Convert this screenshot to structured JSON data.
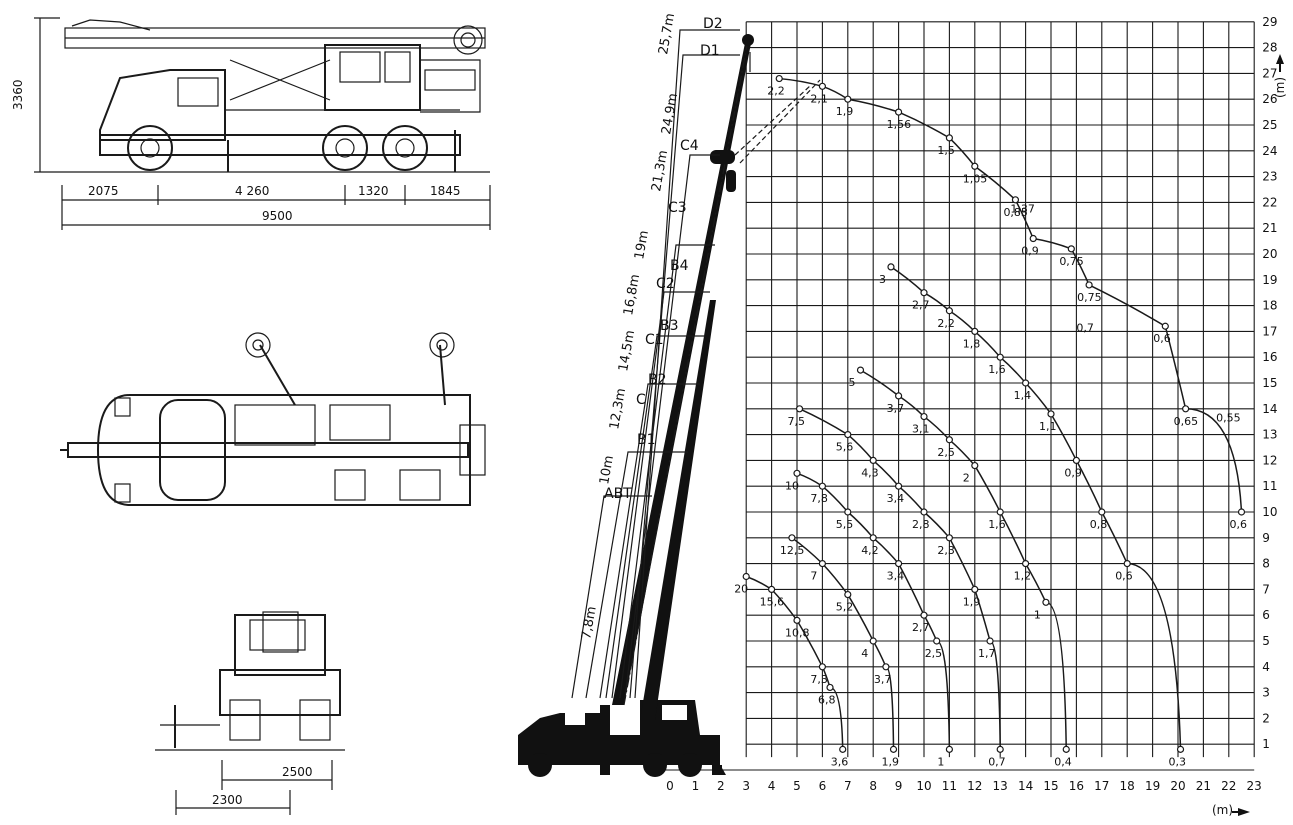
{
  "dimensions": {
    "height": "3360",
    "seg1": "2075",
    "seg2": "4 260",
    "seg3": "1320",
    "seg4": "1845",
    "total": "9500",
    "rear_width": "2500",
    "rear_outrigger": "2300"
  },
  "chart_data": {
    "type": "line",
    "xlabel": "(m)",
    "ylabel": "(m)",
    "x_ticks": [
      0,
      1,
      2,
      3,
      4,
      5,
      6,
      7,
      8,
      9,
      10,
      11,
      12,
      13,
      14,
      15,
      16,
      17,
      18,
      19,
      20,
      21,
      22,
      23
    ],
    "y_ticks": [
      1,
      2,
      3,
      4,
      5,
      6,
      7,
      8,
      9,
      10,
      11,
      12,
      13,
      14,
      15,
      16,
      17,
      18,
      19,
      20,
      21,
      22,
      23,
      24,
      25,
      26,
      27,
      28,
      29
    ],
    "xlim": [
      0,
      23
    ],
    "ylim": [
      0,
      29
    ],
    "boom_sections": [
      {
        "label": "ABT",
        "length": "7,8m"
      },
      {
        "label": "B1",
        "length": "10m"
      },
      {
        "label": "C",
        "length": "12,3m"
      },
      {
        "label": "B2",
        "length": ""
      },
      {
        "label": "C1",
        "length": "14,5m"
      },
      {
        "label": "B3",
        "length": ""
      },
      {
        "label": "C2",
        "length": "16,8m"
      },
      {
        "label": "B4",
        "length": ""
      },
      {
        "label": "C3",
        "length": "19m"
      },
      {
        "label": "C4",
        "length": "21,3m"
      },
      {
        "label": "D1",
        "length": "24,9m"
      },
      {
        "label": "D2",
        "length": "25,7m"
      }
    ],
    "series": [
      {
        "points": [
          [
            3,
            7.5
          ],
          [
            4,
            7
          ],
          [
            5,
            5.8
          ],
          [
            6,
            4
          ],
          [
            6.3,
            3.2
          ],
          [
            6.8,
            0.8
          ]
        ],
        "labels": [
          "20",
          "15,6",
          "10,8",
          "7,3",
          "6,8",
          "3,6"
        ]
      },
      {
        "points": [
          [
            4.8,
            9
          ],
          [
            6,
            8
          ],
          [
            7,
            6.8
          ],
          [
            8,
            5
          ],
          [
            8.5,
            4
          ],
          [
            8.8,
            0.8
          ]
        ],
        "labels": [
          "12,5",
          "7",
          "5,2",
          "4",
          "3,7",
          "1,9"
        ]
      },
      {
        "points": [
          [
            5,
            11.5
          ],
          [
            6,
            11
          ],
          [
            7,
            10
          ],
          [
            8,
            9
          ],
          [
            9,
            8
          ],
          [
            10,
            6
          ],
          [
            10.5,
            5
          ],
          [
            11,
            0.8
          ]
        ],
        "labels": [
          "10",
          "7,8",
          "5,5",
          "4,2",
          "3,4",
          "2,7",
          "2,5",
          "1"
        ]
      },
      {
        "points": [
          [
            5.1,
            14
          ],
          [
            7,
            13
          ],
          [
            8,
            12
          ],
          [
            9,
            11
          ],
          [
            10,
            10
          ],
          [
            11,
            9
          ],
          [
            12,
            7
          ],
          [
            12.6,
            5
          ],
          [
            13,
            0.8
          ]
        ],
        "labels": [
          "7,5",
          "5,6",
          "4,3",
          "3,4",
          "2,8",
          "2,3",
          "1,9",
          "1,7",
          "0,7"
        ]
      },
      {
        "points": [
          [
            7.5,
            15.5
          ],
          [
            9,
            14.5
          ],
          [
            10,
            13.7
          ],
          [
            11,
            12.8
          ],
          [
            12,
            11.8
          ],
          [
            13,
            10
          ],
          [
            14,
            8
          ],
          [
            14.8,
            6.5
          ],
          [
            15.6,
            0.8
          ]
        ],
        "labels": [
          "5",
          "3,7",
          "3,1",
          "2,5",
          "2",
          "1,6",
          "1,2",
          "1",
          "0,4"
        ]
      },
      {
        "points": [
          [
            8.7,
            19.5
          ],
          [
            10,
            18.5
          ],
          [
            11,
            17.8
          ],
          [
            12,
            17
          ],
          [
            13,
            16
          ],
          [
            14,
            15
          ],
          [
            15,
            13.8
          ],
          [
            16,
            12
          ],
          [
            17,
            10
          ],
          [
            18,
            8
          ],
          [
            20.1,
            0.8
          ]
        ],
        "labels": [
          "3",
          "2,7",
          "2,2",
          "1,8",
          "1,6",
          "1,4",
          "1,1",
          "0,9",
          "0,8",
          "0,6",
          "0,3"
        ]
      },
      {
        "points": [
          [
            4.3,
            26.8
          ],
          [
            6,
            26.5
          ],
          [
            7,
            26
          ],
          [
            9,
            25.5
          ],
          [
            11,
            24.5
          ],
          [
            12,
            23.4
          ],
          [
            13.6,
            22.1
          ],
          [
            14.3,
            20.6
          ],
          [
            15.8,
            20.2
          ],
          [
            16.5,
            18.8
          ],
          [
            19.5,
            17.2
          ],
          [
            20.3,
            14
          ],
          [
            22.5,
            10
          ]
        ],
        "labels": [
          "2,2",
          "2,1",
          "1,9",
          "1,56",
          "1,5",
          "1,05",
          "0,85",
          "0,9",
          "0,75",
          "0,75",
          "0,6",
          "0,65",
          "0,6"
        ]
      }
    ],
    "extra_labels": [
      "1,37",
      "0,7",
      "0,55"
    ]
  }
}
